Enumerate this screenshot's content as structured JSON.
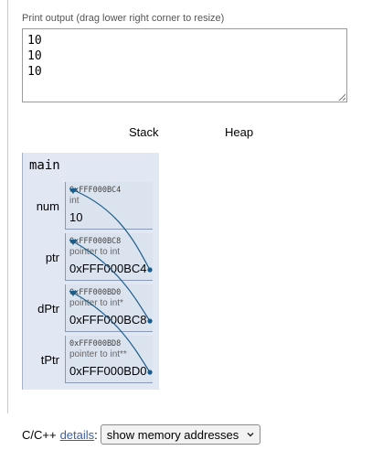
{
  "output": {
    "label": "Print output (drag lower right corner to resize)",
    "lines": [
      "10",
      "10",
      "10"
    ]
  },
  "viz": {
    "stack_heading": "Stack",
    "heap_heading": "Heap",
    "frame": {
      "name": "main",
      "vars": [
        {
          "name": "num",
          "address": "0xFFF000BC4",
          "type": "int",
          "value": "10"
        },
        {
          "name": "ptr",
          "address": "0xFFF000BC8",
          "type": "pointer to int",
          "value": "0xFFF000BC4"
        },
        {
          "name": "dPtr",
          "address": "0xFFF000BD0",
          "type": "pointer to int*",
          "value": "0xFFF000BC8"
        },
        {
          "name": "tPtr",
          "address": "0xFFF000BD8",
          "type": "pointer to int**",
          "value": "0xFFF000BD0"
        }
      ]
    },
    "arrow_color": "#1a5c8a"
  },
  "footer": {
    "prefix": "C/C++",
    "link": "details",
    "colon": ":",
    "select_value": "show memory addresses"
  }
}
